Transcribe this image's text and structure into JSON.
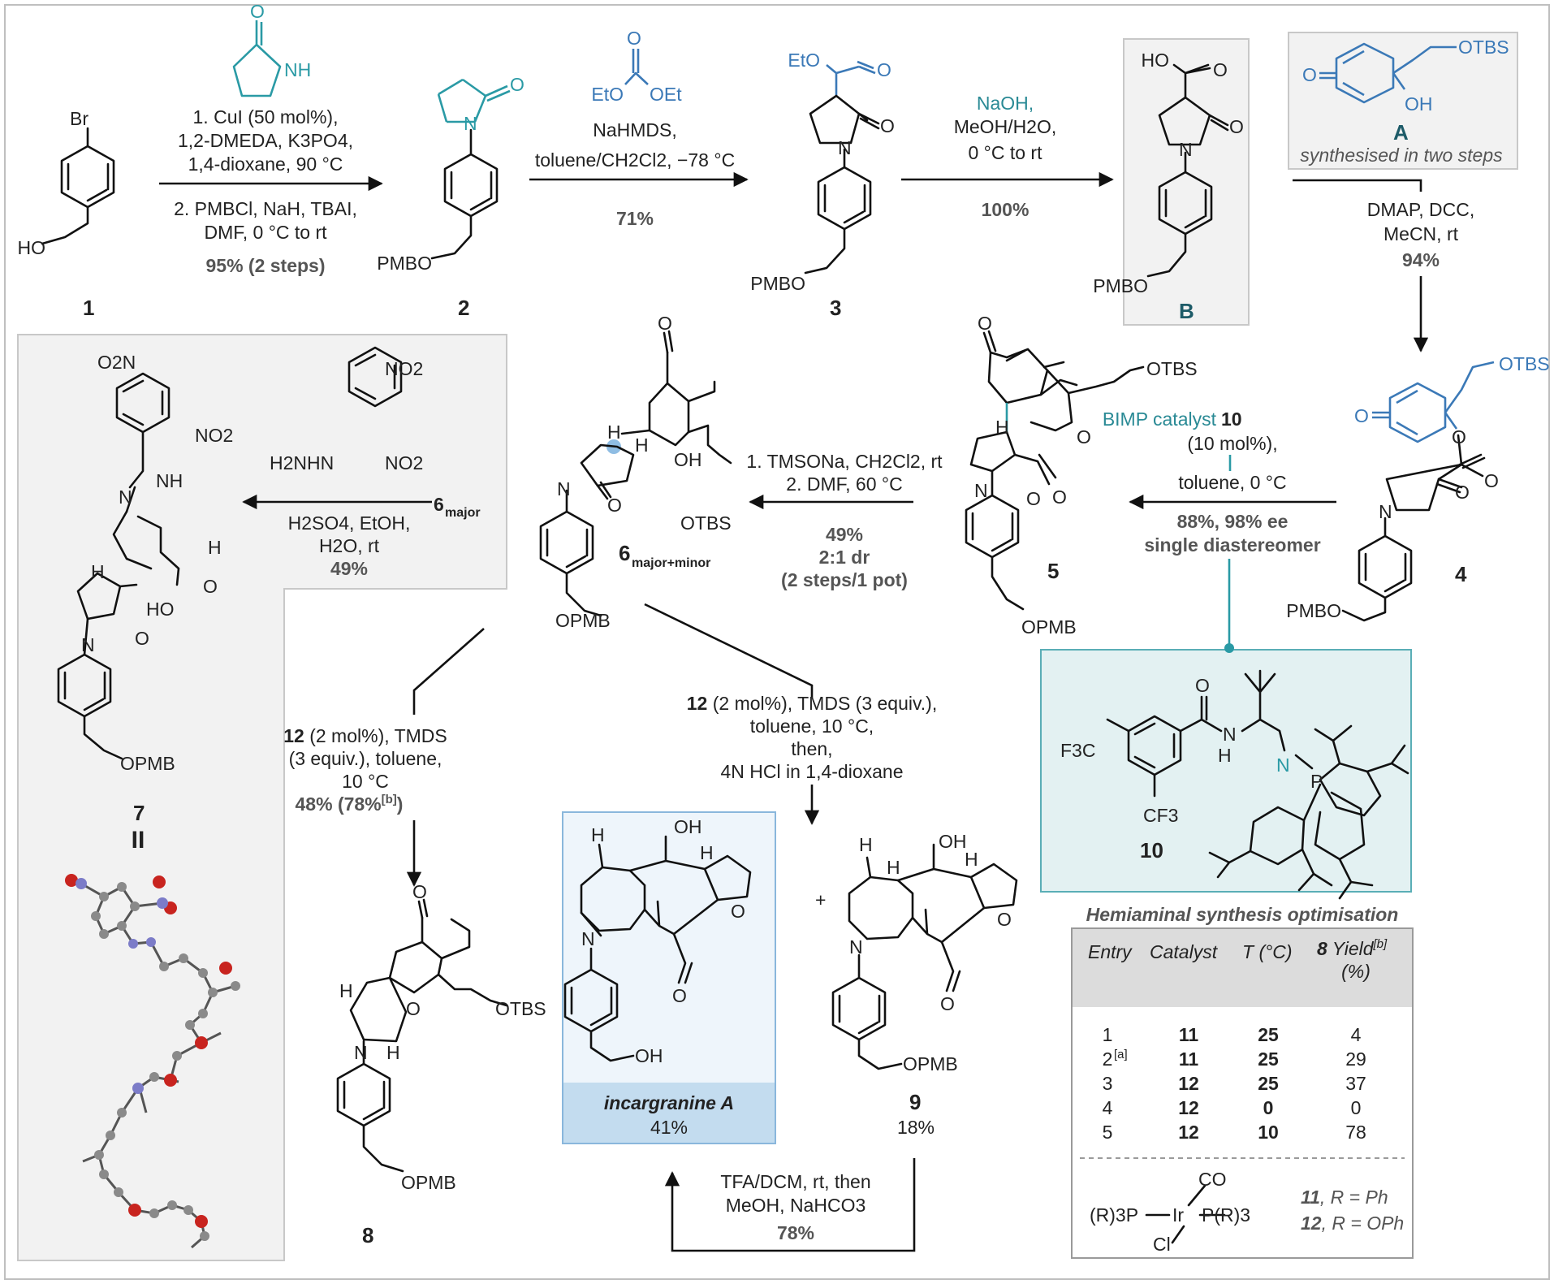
{
  "compounds": {
    "c1": {
      "label": "1",
      "atoms": [
        "Br",
        "HO"
      ]
    },
    "c2": {
      "label": "2",
      "atoms": [
        "O",
        "N",
        "PMBO"
      ]
    },
    "c3": {
      "label": "3",
      "atoms": [
        "EtO",
        "O",
        "O",
        "N",
        "PMBO"
      ]
    },
    "cB": {
      "label": "B",
      "atoms": [
        "HO",
        "O",
        "O",
        "N",
        "PMBO"
      ]
    },
    "cA": {
      "label": "A",
      "note": "synthesised in two steps",
      "atoms": [
        "O",
        "OTBS",
        "OH"
      ]
    },
    "c4": {
      "label": "4",
      "atoms": [
        "OTBS",
        "O",
        "O",
        "O",
        "N",
        "O",
        "PMBO"
      ]
    },
    "c5": {
      "label": "5",
      "atoms": [
        "O",
        "OTBS",
        "H",
        "O",
        "O",
        "N",
        "O",
        "OPMB"
      ]
    },
    "c6": {
      "label": "6",
      "sub": "major+minor",
      "atoms": [
        "O",
        "H",
        "H",
        "OH",
        "N",
        "O",
        "OTBS",
        "OPMB"
      ]
    },
    "c7": {
      "label": "7",
      "atoms": [
        "O2N",
        "NO2",
        "NH",
        "N",
        "H",
        "H",
        "O",
        "HO",
        "N",
        "O",
        "OPMB"
      ]
    },
    "c8": {
      "label": "8",
      "atoms": [
        "O",
        "H",
        "O",
        "OTBS",
        "N",
        "H",
        "OPMB"
      ]
    },
    "c9": {
      "label": "9",
      "yield": "18%",
      "atoms": [
        "H",
        "OH",
        "H",
        "H",
        "N",
        "O",
        "O",
        "OPMB"
      ]
    },
    "cInc": {
      "label": "incargranine A",
      "yield": "41%",
      "atoms": [
        "H",
        "OH",
        "H",
        "N",
        "O",
        "O",
        "OH"
      ]
    },
    "c10": {
      "label": "10",
      "atoms": [
        "F3C",
        "O",
        "N",
        "H",
        "N",
        "P",
        "CF3"
      ]
    },
    "dnph": {
      "atoms": [
        "NO2",
        "H2NHN",
        "NO2"
      ]
    },
    "lactam": {
      "atoms": [
        "O",
        "NH"
      ]
    },
    "carbonate": {
      "atoms": [
        "O",
        "EtO",
        "OEt"
      ]
    }
  },
  "steps": {
    "s1": {
      "lines": [
        "1. CuI (50 mol%),",
        "1,2-DMEDA, K3PO4,",
        "1,4-dioxane, 90 °C",
        "2. PMBCl, NaH, TBAI,",
        "DMF, 0 °C to rt"
      ],
      "yield": "95% (2 steps)"
    },
    "s2": {
      "lines": [
        "NaHMDS,",
        "toluene/CH2Cl2, −78 °C"
      ],
      "yield": "71%"
    },
    "s3": {
      "reagent": "NaOH,",
      "lines": [
        "MeOH/H2O,",
        "0 °C to rt"
      ],
      "yield": "100%"
    },
    "s4": {
      "lines": [
        "DMAP, DCC,",
        "MeCN, rt"
      ],
      "yield": "94%"
    },
    "s5": {
      "catalyst": "BIMP catalyst",
      "catalyst_num": "10",
      "lines": [
        "(10 mol%),",
        "toluene, 0 °C"
      ],
      "yield": "88%, 98% ee",
      "note": "single diastereomer"
    },
    "s6": {
      "lines": [
        "1. TMSONa, CH2Cl2, rt",
        "2. DMF, 60 °C"
      ],
      "yield": "49%",
      "dr": "2:1 dr",
      "note": "(2 steps/1 pot)"
    },
    "s7": {
      "substrate": "6",
      "substrate_sub": "major",
      "lines": [
        "H2SO4, EtOH,",
        "H2O, rt"
      ],
      "yield": "49%"
    },
    "s8": {
      "cat": "12",
      "lines": [
        "(2 mol%), TMDS",
        "(3 equiv.), toluene,",
        "10 °C"
      ],
      "yield": "48% (78%",
      "yield_note": "[b]",
      "yield_close": ")"
    },
    "s9": {
      "cat": "12",
      "lines": [
        "(2 mol%), TMDS (3 equiv.),",
        "toluene, 10 °C,",
        "then,",
        "4N HCl in 1,4-dioxane"
      ]
    },
    "s10": {
      "lines": [
        "TFA/DCM, rt, then",
        "MeOH, NaHCO3"
      ],
      "yield": "78%"
    }
  },
  "xray_symbol": "II",
  "table": {
    "title": "Hemiaminal synthesis optimisation",
    "headers": [
      "Entry",
      "Catalyst",
      "T (°C)",
      "8",
      "Yield",
      "[b]",
      "(%)"
    ],
    "rows": [
      [
        "1",
        "",
        "11",
        "25",
        "4"
      ],
      [
        "2",
        "[a]",
        "11",
        "25",
        "29"
      ],
      [
        "3",
        "",
        "12",
        "25",
        "37"
      ],
      [
        "4",
        "",
        "12",
        "0",
        "0"
      ],
      [
        "5",
        "",
        "12",
        "10",
        "78"
      ]
    ],
    "legend": {
      "atoms": [
        "CO",
        "(R)3P",
        "Ir",
        "P(R)3",
        "Cl"
      ],
      "entries": [
        [
          "11",
          ", R = Ph"
        ],
        [
          "12",
          ", R = OPh"
        ]
      ]
    }
  },
  "colors": {
    "accent_blue": "#3b79b7",
    "accent_teal": "#2a9aa5",
    "label_teal": "#1d5b68",
    "panel_gray": "#f2f2f2",
    "panel_teal": "#e3f1f2",
    "panel_blue": "#eef5fb",
    "panel_blue_band": "#c3dcef"
  }
}
